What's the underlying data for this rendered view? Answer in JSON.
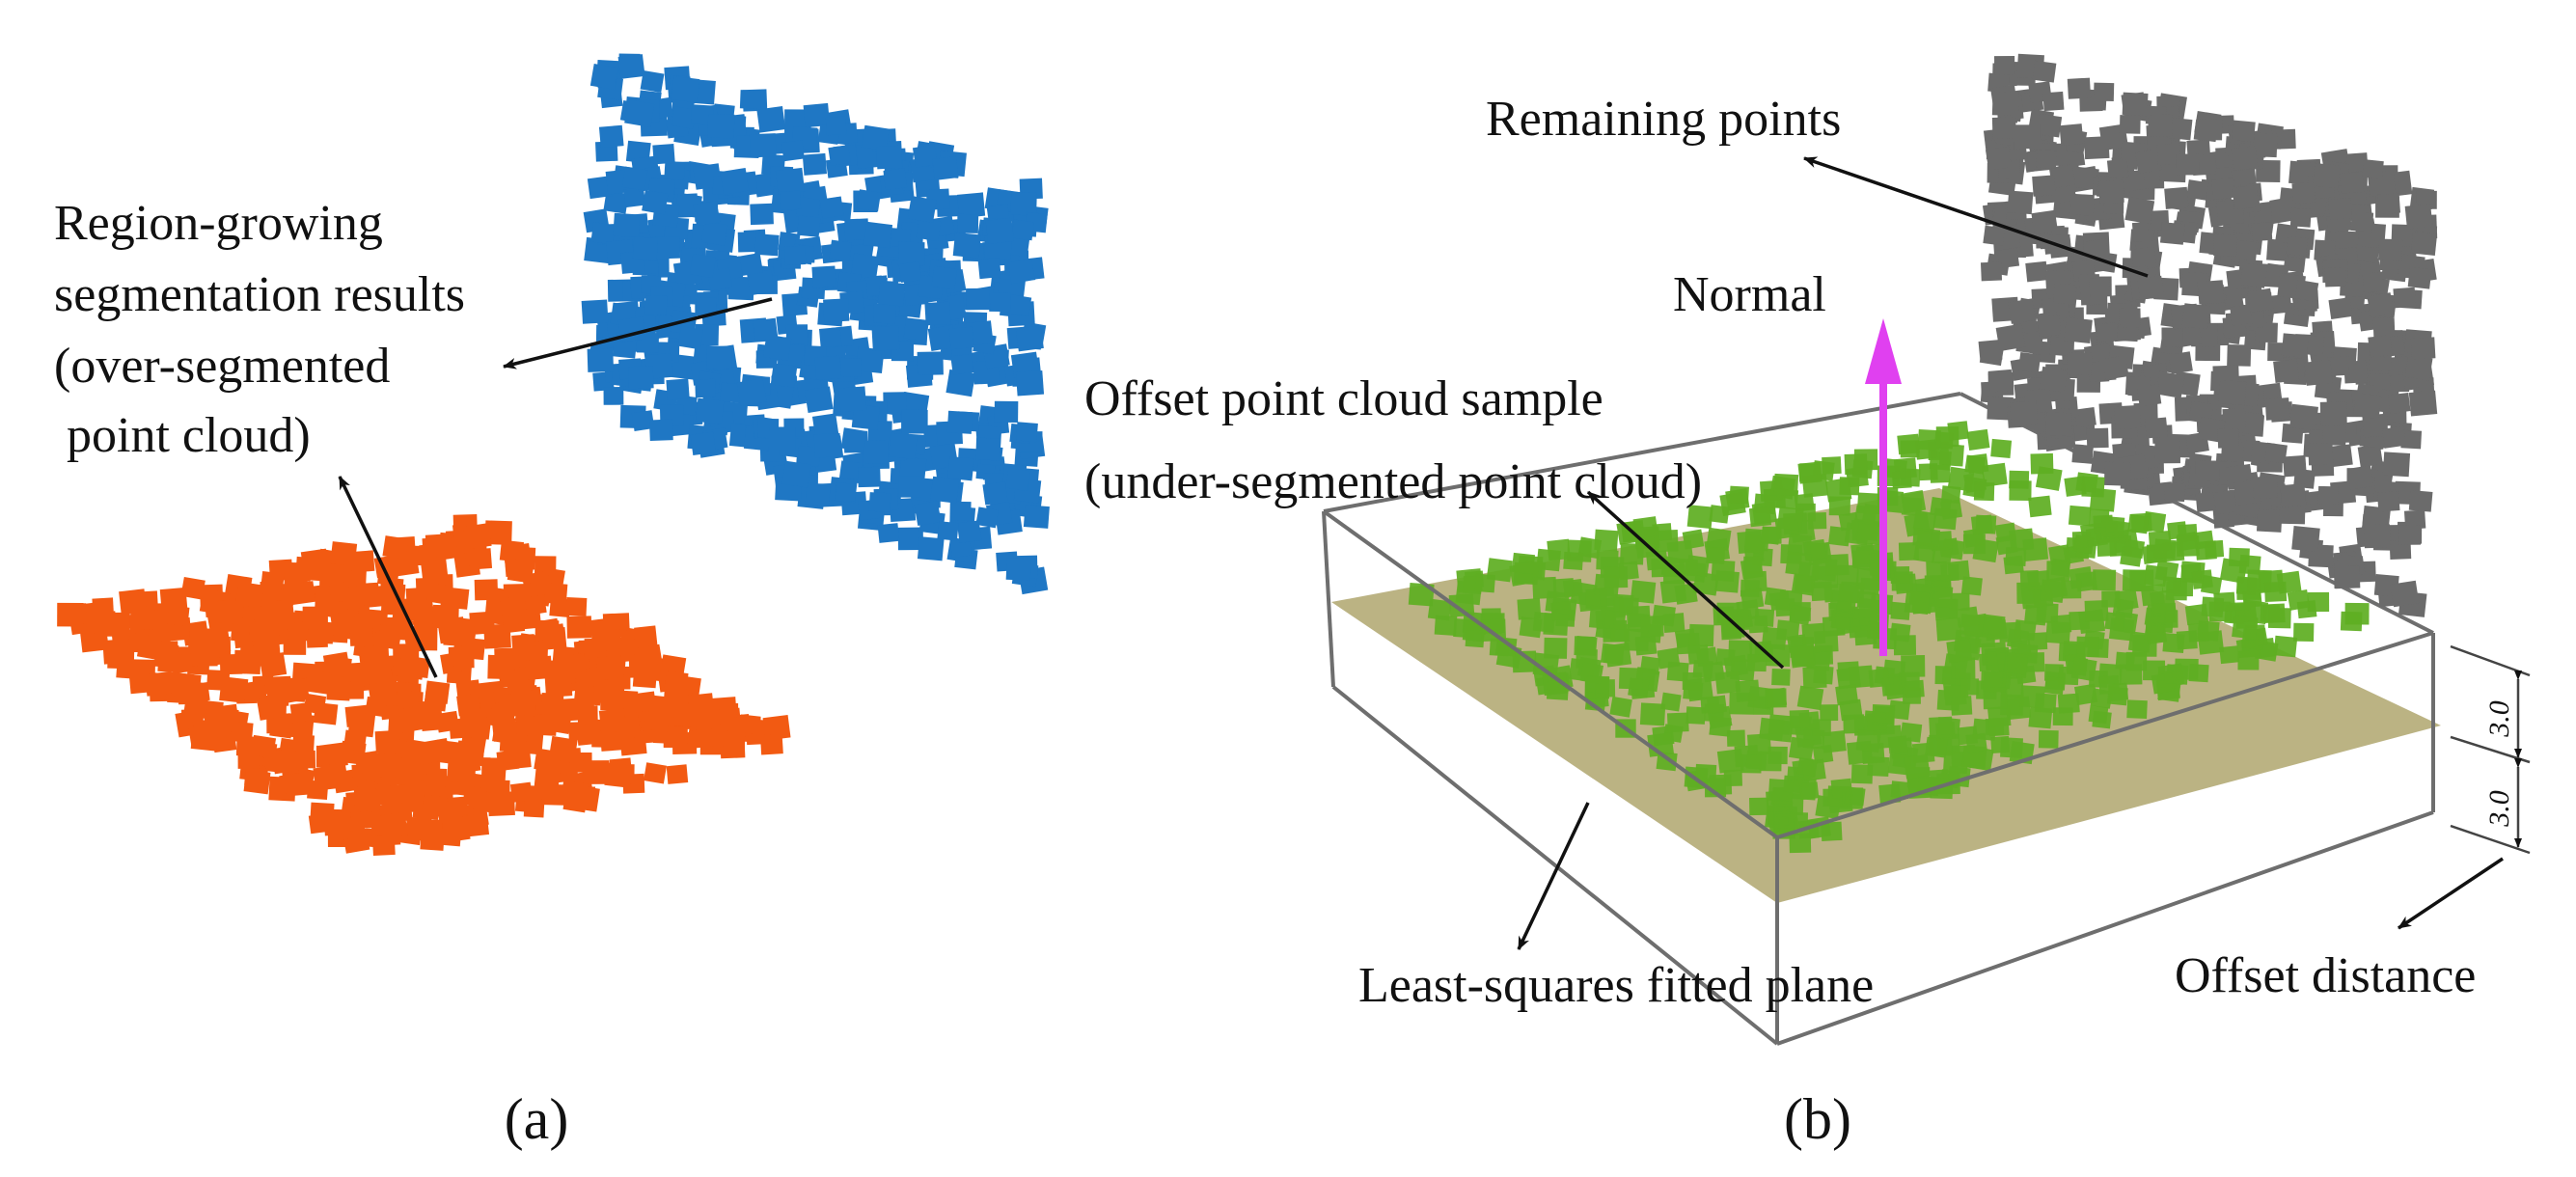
{
  "panel_a": {
    "label": "(a)",
    "annotation_lines": [
      "Region-growing",
      "segmentation results",
      "(over-segmented",
      " point cloud)"
    ],
    "colors": {
      "vertical_cloud": "#1f77c4",
      "horizontal_cloud": "#f25a12"
    }
  },
  "panel_b": {
    "label": "(b)",
    "remaining_points": "Remaining points",
    "normal": "Normal",
    "offset_sample_lines": [
      "Offset point cloud sample",
      "(under-segmented point cloud)"
    ],
    "fitted_plane": "Least-squares fitted plane",
    "offset_distance": "Offset distance",
    "dimension_upper": "3.0",
    "dimension_lower": "3.0",
    "colors": {
      "remaining_cloud": "#6b6b6b",
      "sample_cloud": "#5fae22",
      "plane": "#b5ad78",
      "normal_arrow": "#e040f0"
    }
  }
}
